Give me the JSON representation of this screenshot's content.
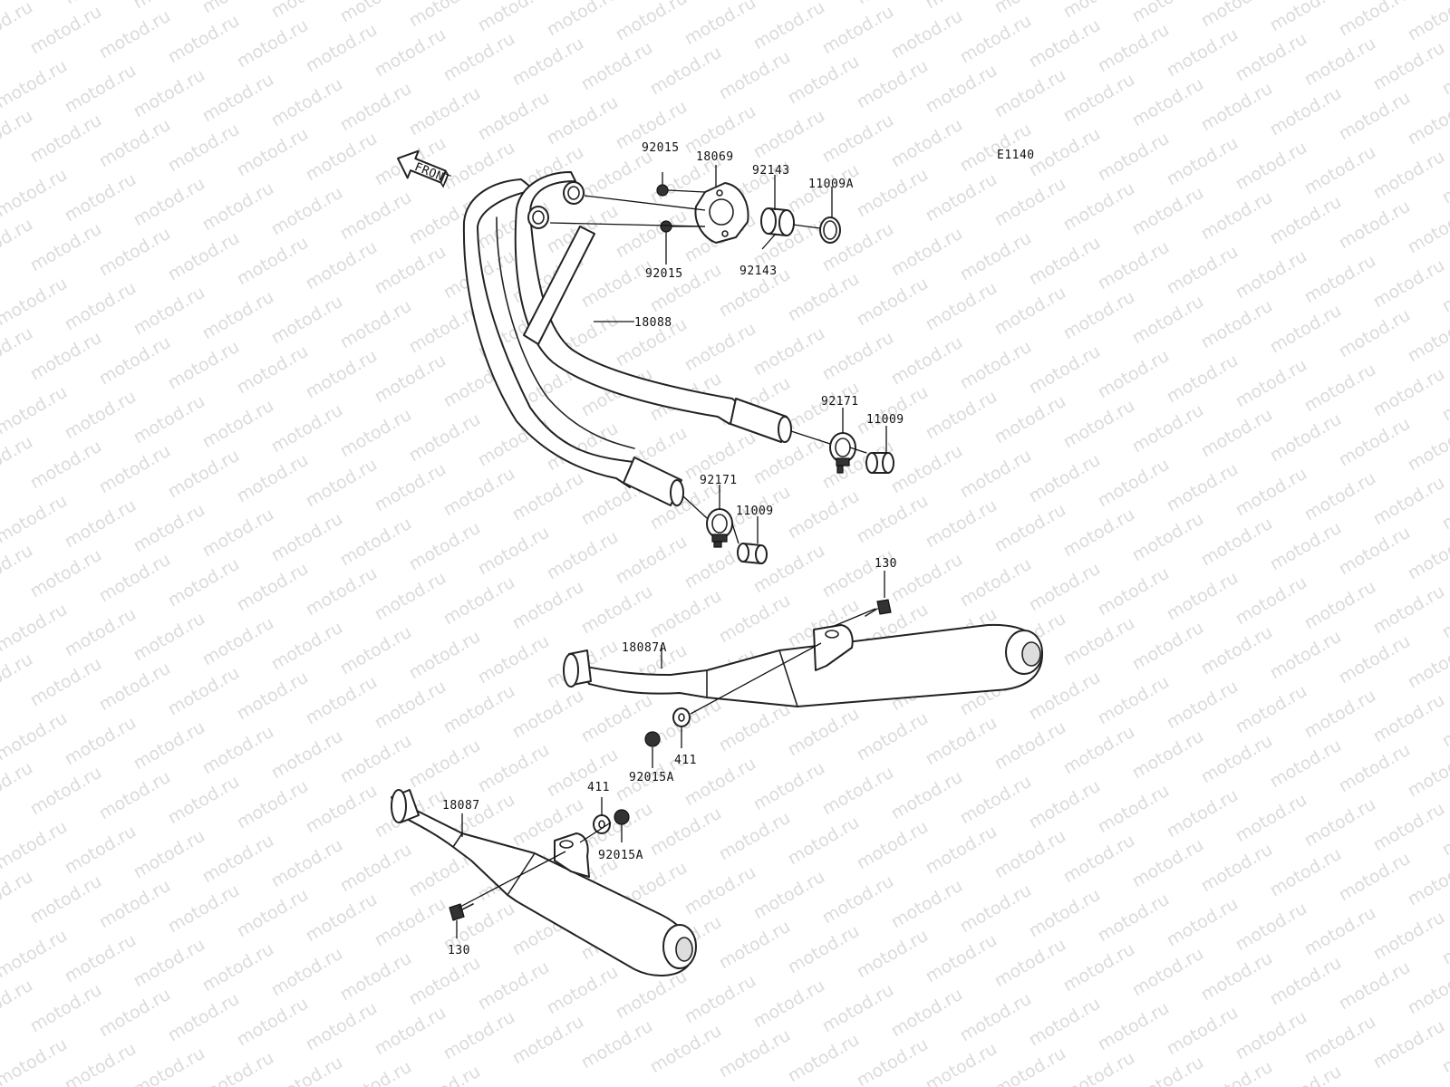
{
  "diagram": {
    "code": "E1140",
    "front_arrow": "FRONT",
    "watermark": "motod.ru",
    "labels": {
      "p92015_top": "92015",
      "p18069": "18069",
      "p92143_top": "92143",
      "p11009A": "11009A",
      "p92015_mid": "92015",
      "p92143_bot": "92143",
      "p18088": "18088",
      "p92171_right": "92171",
      "p11009_right": "11009",
      "p92171_left": "92171",
      "p11009_left": "11009",
      "p130_top": "130",
      "p18087A": "18087A",
      "p411_top": "411",
      "p92015A_top": "92015A",
      "p411_bot": "411",
      "p18087": "18087",
      "p92015A_bot": "92015A",
      "p130_bot": "130"
    }
  }
}
